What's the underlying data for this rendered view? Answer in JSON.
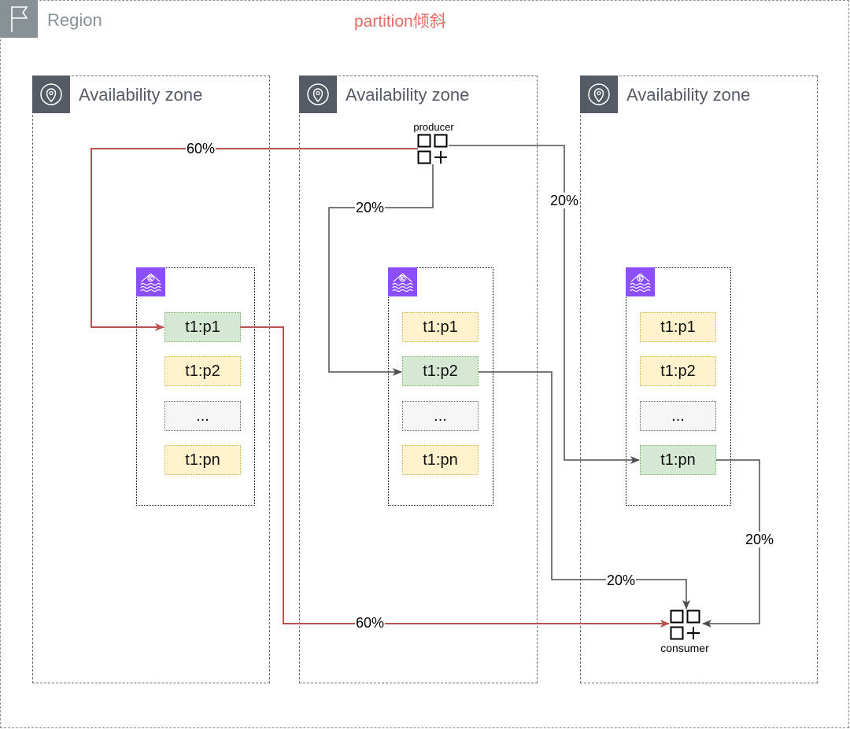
{
  "region": {
    "label": "Region",
    "icon": "flag-icon"
  },
  "title": {
    "text": "partition倾斜",
    "color": "#EA6B66"
  },
  "zones": [
    {
      "label": "Availability zone",
      "icon": "location-pin-icon",
      "cluster": {
        "icon": "msk-kafka-icon",
        "partitions": [
          {
            "label": "t1:p1",
            "fill": "#D5E8D4",
            "stroke": "#82B366"
          },
          {
            "label": "t1:p2",
            "fill": "#FFF2CC",
            "stroke": "#D6B656"
          },
          {
            "label": "...",
            "fill": "#F5F5F5",
            "stroke": "#666666"
          },
          {
            "label": "t1:pn",
            "fill": "#FFF2CC",
            "stroke": "#D6B656"
          }
        ]
      }
    },
    {
      "label": "Availability zone",
      "icon": "location-pin-icon",
      "cluster": {
        "icon": "msk-kafka-icon",
        "partitions": [
          {
            "label": "t1:p1",
            "fill": "#FFF2CC",
            "stroke": "#D6B656"
          },
          {
            "label": "t1:p2",
            "fill": "#D5E8D4",
            "stroke": "#82B366"
          },
          {
            "label": "...",
            "fill": "#F5F5F5",
            "stroke": "#666666"
          },
          {
            "label": "t1:pn",
            "fill": "#FFF2CC",
            "stroke": "#D6B656"
          }
        ]
      }
    },
    {
      "label": "Availability zone",
      "icon": "location-pin-icon",
      "cluster": {
        "icon": "msk-kafka-icon",
        "partitions": [
          {
            "label": "t1:p1",
            "fill": "#FFF2CC",
            "stroke": "#D6B656"
          },
          {
            "label": "t1:p2",
            "fill": "#FFF2CC",
            "stroke": "#D6B656"
          },
          {
            "label": "...",
            "fill": "#F5F5F5",
            "stroke": "#666666"
          },
          {
            "label": "t1:pn",
            "fill": "#D5E8D4",
            "stroke": "#82B366"
          }
        ]
      }
    }
  ],
  "producer": {
    "label": "producer",
    "icon": "application-icon"
  },
  "consumer": {
    "label": "consumer",
    "icon": "application-icon"
  },
  "flows": [
    {
      "label": "60%",
      "color": "#B85450"
    },
    {
      "label": "20%",
      "color": "#4D4D4D"
    },
    {
      "label": "20%",
      "color": "#4D4D4D"
    },
    {
      "label": "60%",
      "color": "#B85450"
    },
    {
      "label": "20%",
      "color": "#4D4D4D"
    },
    {
      "label": "20%",
      "color": "#4D4D4D"
    }
  ]
}
